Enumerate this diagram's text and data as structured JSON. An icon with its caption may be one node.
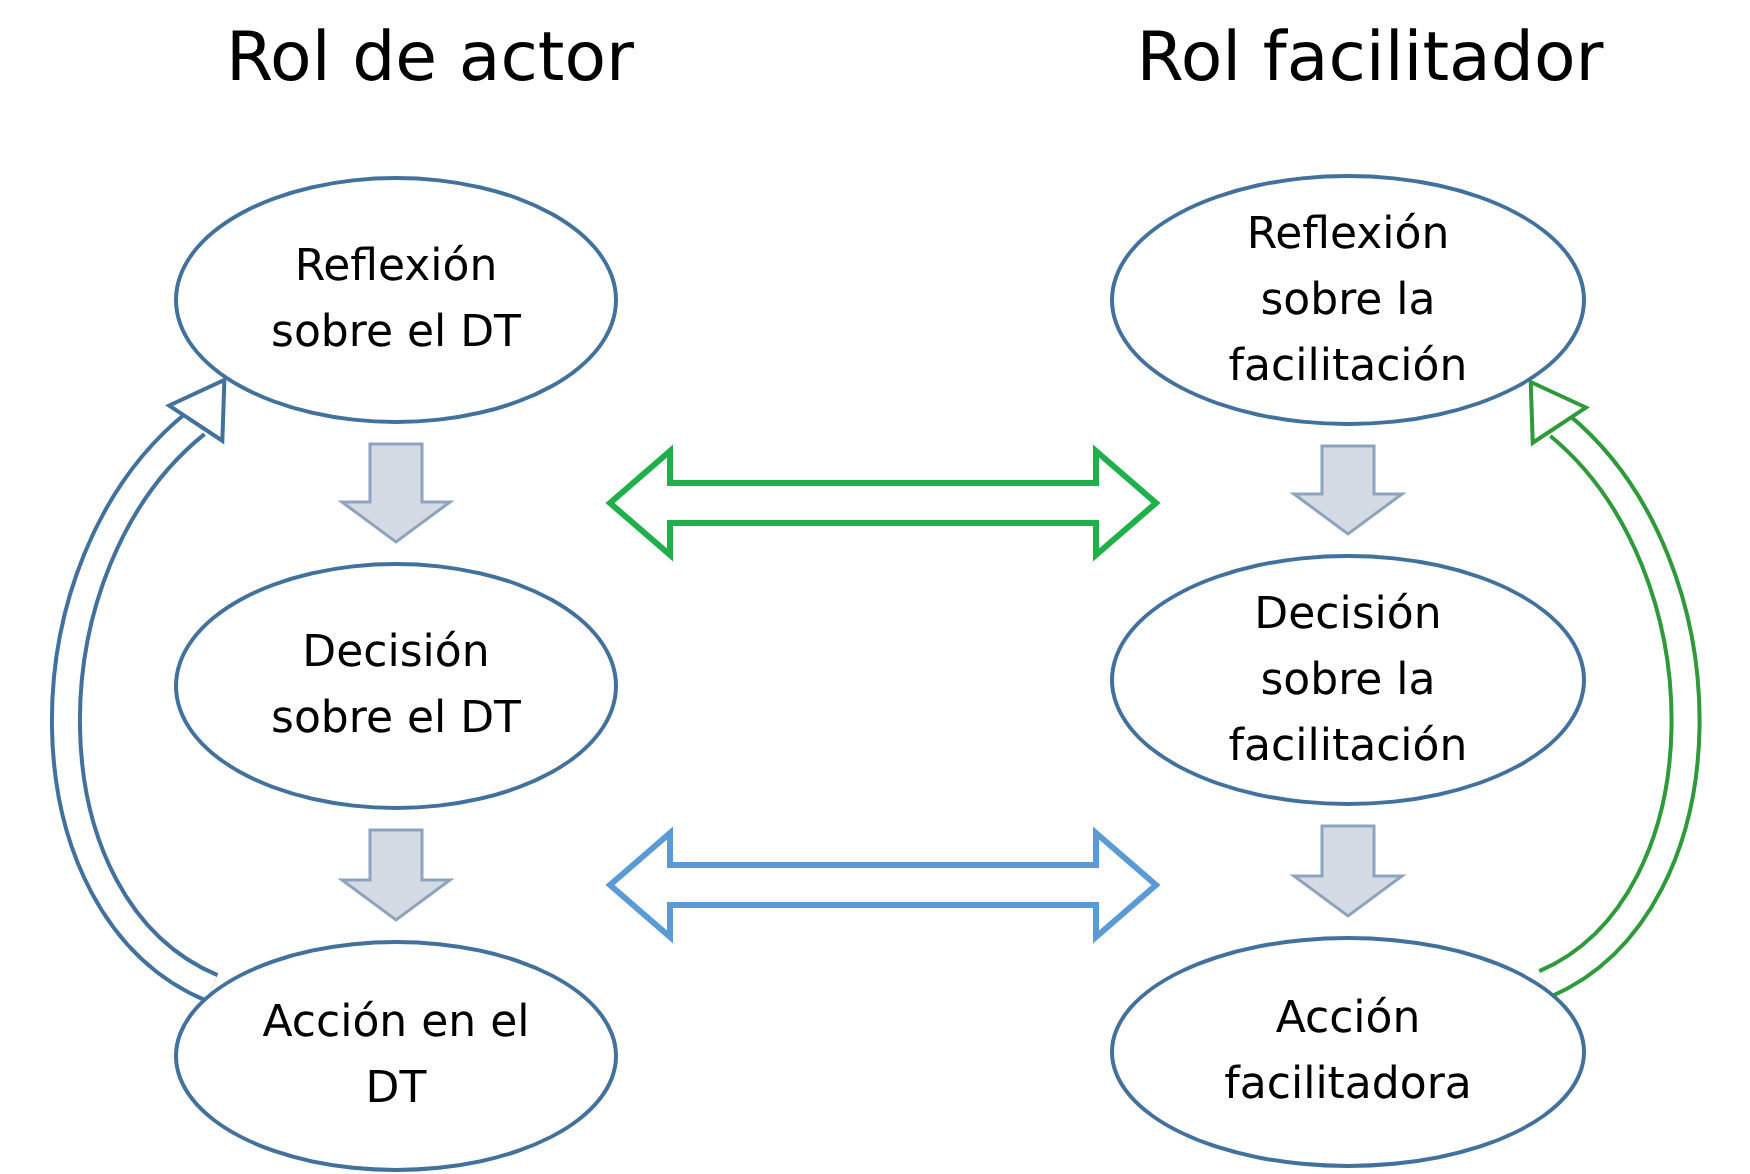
{
  "diagram": {
    "nodes": [
      {
        "text": [
          "Reflexión sobre el DT"
        ]
      },
      {
        "text": [
          "Decisión sobre el DT"
        ]
      },
      {
        "text": [
          "Acción en el DT"
        ]
      },
      {
        "text": [
          "Reflexión sobre la facilitación"
        ]
      },
      {
        "text": [
          "Decisión sobre la facilitación"
        ]
      },
      {
        "text": [
          "Acción facilitadora"
        ]
      }
    ],
    "edges": [
      {
        "from": 0,
        "to": 1,
        "arrow": "to",
        "color": "#d4dbe4"
      },
      {
        "from": 1,
        "to": 2,
        "arrow": "to",
        "color": "#d4dbe4"
      },
      {
        "from": 3,
        "to": 4,
        "arrow": "to",
        "color": "#d4dbe4"
      },
      {
        "from": 4,
        "to": 5,
        "arrow": "to",
        "color": "#d4dbe4"
      },
      {
        "from": 2,
        "to": 0,
        "arrow": "to",
        "color": "#41719c"
      },
      {
        "from": 5,
        "to": 3,
        "arrow": "to",
        "color": "#2e9a3a"
      },
      {
        "from": 0,
        "to": 3,
        "arrow": "both",
        "color": "#1fb04b"
      },
      {
        "from": 1,
        "to": 4,
        "arrow": "both",
        "color": "#5b9bd5"
      }
    ],
    "labels": [
      "Rol de actor",
      "Rol facilitador"
    ]
  }
}
